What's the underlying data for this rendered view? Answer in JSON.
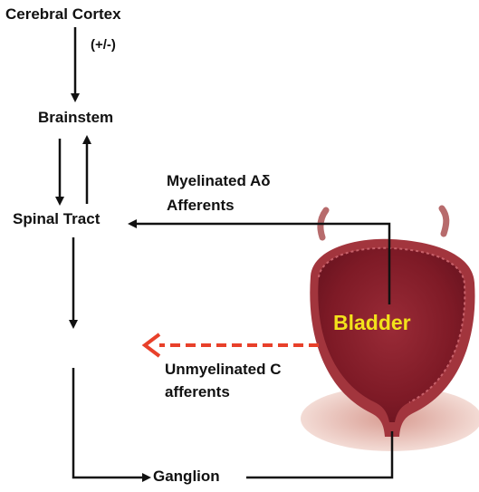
{
  "labels": {
    "cerebral_cortex": "Cerebral Cortex",
    "modulation": "(+/-)",
    "brainstem": "Brainstem",
    "spinal_tract": "Spinal Tract",
    "myelinated_line1": "Myelinated Aδ",
    "myelinated_line2": "Afferents",
    "unmyelinated_line1": "Unmyelinated C",
    "unmyelinated_line2": "afferents",
    "ganglion": "Ganglion",
    "bladder": "Bladder"
  },
  "colors": {
    "arrow": "#111111",
    "unmyelinated_arrow": "#e8402a",
    "bladder_outer": "#a2353d",
    "bladder_inner": "#7e1a26",
    "bladder_label": "#f2e21b",
    "tissue": "#e4b8ae"
  },
  "icons": {
    "bladder": "urinary-bladder-illustration"
  }
}
